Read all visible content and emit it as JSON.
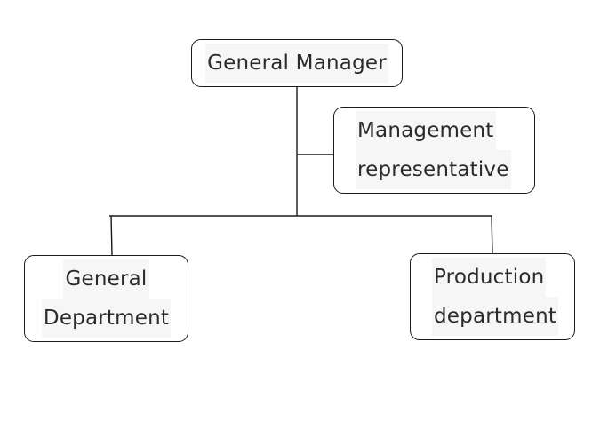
{
  "diagram": {
    "type": "org-chart",
    "nodes": {
      "general_manager": {
        "label": "General Manager"
      },
      "management_representative": {
        "lines": [
          "Management",
          "representative"
        ]
      },
      "general_department": {
        "lines": [
          "General",
          "Department"
        ]
      },
      "production_department": {
        "lines": [
          "Production",
          "department"
        ]
      }
    },
    "edges": [
      {
        "from": "General Manager",
        "to": "Management representative",
        "kind": "staff"
      },
      {
        "from": "General Manager",
        "to": "General Department",
        "kind": "line"
      },
      {
        "from": "General Manager",
        "to": "Production department",
        "kind": "line"
      }
    ],
    "colors": {
      "line": "#1a1a1a",
      "text": "#2b2b2b",
      "text_highlight": "#f6f6f6"
    }
  }
}
